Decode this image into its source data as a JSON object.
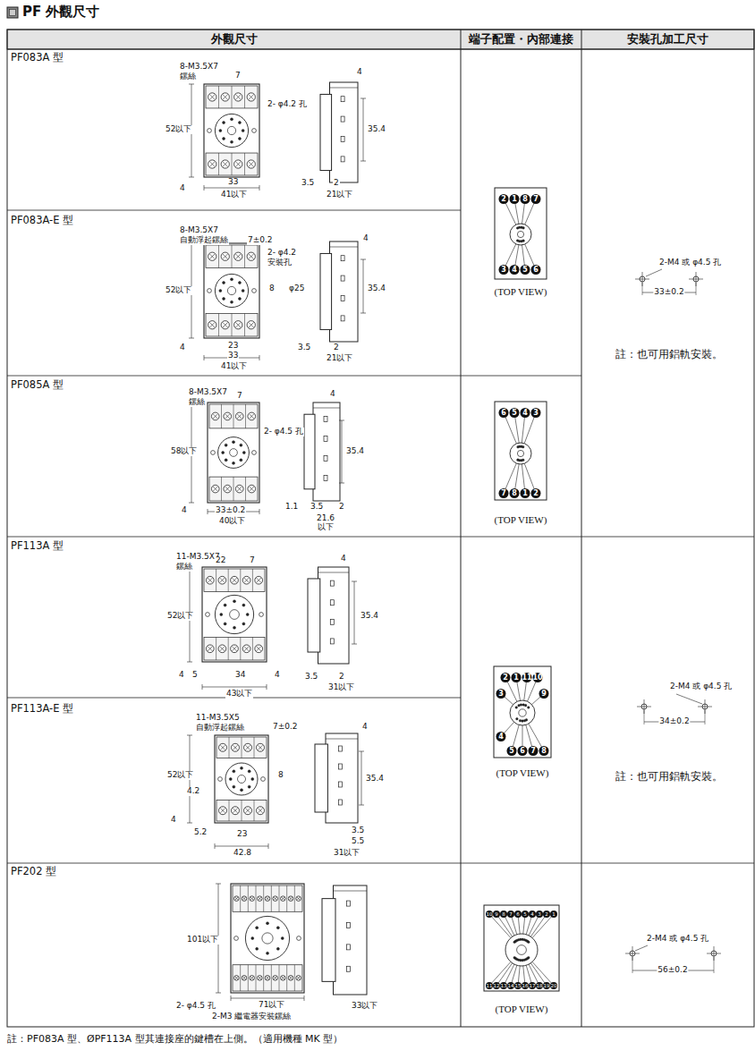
{
  "diagram": {
    "title": "PF 外觀尺寸",
    "caption": "註：PF083A 型、ØPF113A 型其連接座的鍵槽在上側。（適用機種 MK 型）",
    "nodes": [
      {
        "text": [
          "外觀尺寸"
        ]
      },
      {
        "text": [
          "端子配置・內部連接"
        ]
      },
      {
        "text": [
          "安裝孔加工尺寸"
        ]
      }
    ],
    "labels": [
      "PF083A 型",
      "8-M3.5X7",
      "鏍絲",
      "7",
      "2- φ4.2 孔",
      "52以下",
      "4",
      "33",
      "41以下",
      "4",
      "35.4",
      "3.5",
      "2",
      "21以下",
      "PF083A-E 型",
      "8-M3.5X7",
      "自動浮起鏍絲",
      "7±0.2",
      "4",
      "2- φ4.2",
      "安裝孔",
      "52以下",
      "8",
      "φ25",
      "35.4",
      "4",
      "23",
      "33",
      "41以下",
      "3.5",
      "2",
      "21以下",
      "PF085A 型",
      "8-M3.5X7",
      "鏍絲",
      "7",
      "2- φ4.5 孔",
      "58以下",
      "4",
      "33±0.2",
      "40以下",
      "4",
      "35.4",
      "1.1",
      "2",
      "3.5",
      "21.6 以下",
      "PF113A 型",
      "11-M3.5X7",
      "鏍絲",
      "22",
      "7",
      "4",
      "52以下",
      "35.4",
      "4",
      "5",
      "34",
      "4",
      "43以下",
      "3.5",
      "2",
      "31以下",
      "PF113A-E 型",
      "11-M3.5X5",
      "自動浮起鏍絲",
      "7±0.2",
      "4",
      "52以下",
      "8",
      "35.4",
      "4.2",
      "4",
      "5.2",
      "23",
      "42.8",
      "3.5",
      "5.5",
      "31以下",
      "PF202 型",
      "101以下",
      "2- φ4.5 孔",
      "71以下",
      "2-M3 繼電器安裝鏍絲",
      "33以下",
      "2",
      "1",
      "8",
      "7",
      "3",
      "4",
      "5",
      "6",
      "(TOP VIEW)",
      "6",
      "5",
      "4",
      "3",
      "7",
      "8",
      "1",
      "2",
      "(TOP VIEW)",
      "2",
      "1",
      "11",
      "10",
      "3",
      "9",
      "4",
      "5",
      "6",
      "7",
      "8",
      "(TOP VIEW)",
      "10",
      "9",
      "8",
      "7",
      "6",
      "5",
      "4",
      "3",
      "2",
      "1",
      "11",
      "12",
      "13",
      "14",
      "15",
      "16",
      "17",
      "18",
      "19",
      "20",
      "(TOP VIEW)",
      "2-M4 或 φ4.5 孔",
      "33±0.2",
      "註：也可用鋁軌安裝。",
      "2-M4 或 φ4.5 孔",
      "34±0.2",
      "註：也可用鋁軌安裝。",
      "2-M4 或 φ4.5 孔",
      "56±0.2"
    ]
  }
}
